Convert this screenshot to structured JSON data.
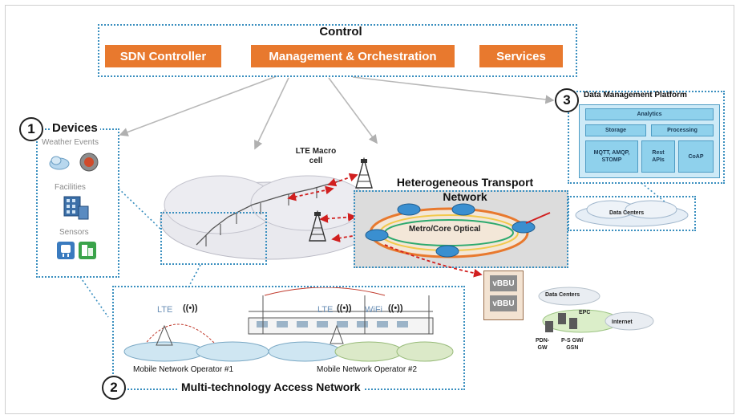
{
  "control": {
    "title": "Control",
    "items": [
      "SDN Controller",
      "Management & Orchestration",
      "Services"
    ]
  },
  "devices": {
    "number": "1",
    "title": "Devices",
    "categories": [
      "Weather Events",
      "Facilities",
      "Sensors"
    ]
  },
  "lte_macro": {
    "label": "LTE Macro\ncell"
  },
  "transport": {
    "title": "Heterogeneous Transport\nNetwork",
    "ring_label": "Metro/Core Optical",
    "vbbu": [
      "vBBU",
      "vBBU"
    ]
  },
  "dmp": {
    "number": "3",
    "title": "Data Management Platform",
    "rows": [
      [
        "Analytics"
      ],
      [
        "Storage",
        "Processing"
      ],
      [
        "MQTT, AMQP,\nSTOMP",
        "Rest\nAPIs",
        "CoAP"
      ]
    ]
  },
  "data_centers_cloud": {
    "label": "Data Centers"
  },
  "core": {
    "cloud_label": "Data Centers",
    "epc": "EPC",
    "pdn": "PDN-\nGW",
    "psgw": "P-S GW/\nGSN",
    "internet": "Internet"
  },
  "access": {
    "number": "2",
    "title": "Multi-technology Access Network",
    "operators": [
      "Mobile Network Operator #1",
      "Mobile Network Operator #2"
    ],
    "radios": [
      "LTE",
      "LTE",
      "WiFi"
    ]
  },
  "colors": {
    "orange": "#e8792e",
    "dotted_blue": "#3a8fbf",
    "dmp_cell": "#8fd1ec",
    "red_link": "#d11f1f",
    "ring_orange": "#e8792e"
  }
}
